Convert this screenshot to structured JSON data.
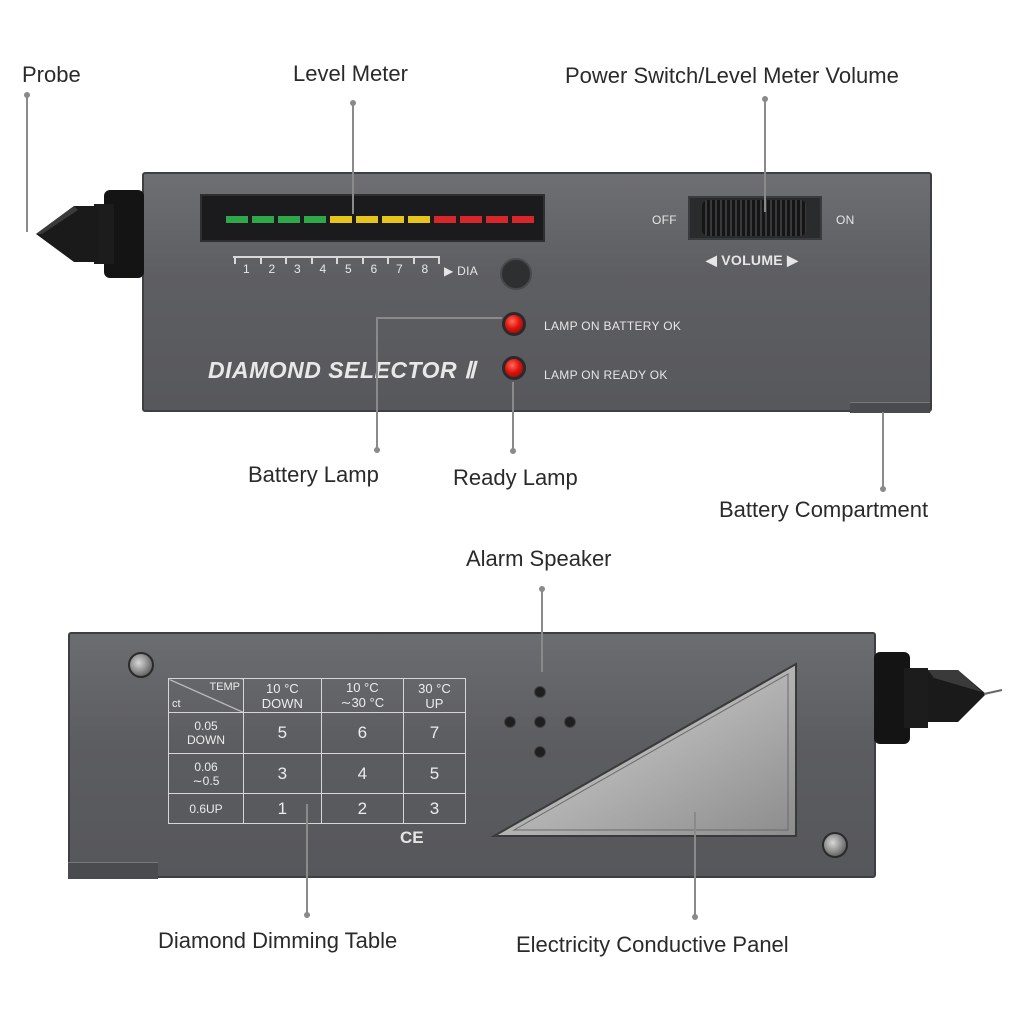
{
  "callouts": {
    "probe": "Probe",
    "level_meter": "Level Meter",
    "power_switch": "Power Switch/Level Meter Volume",
    "battery_lamp": "Battery Lamp",
    "ready_lamp": "Ready Lamp",
    "battery_compartment": "Battery Compartment",
    "alarm_speaker": "Alarm Speaker",
    "dimming_table": "Diamond Dimming Table",
    "conductive_panel": "Electricity Conductive Panel"
  },
  "device_top": {
    "brand": "DIAMOND SELECTOR Ⅱ",
    "scale_numbers": [
      "1",
      "2",
      "3",
      "4",
      "5",
      "6",
      "7",
      "8"
    ],
    "dia_label": "▶ DIA",
    "off_label": "OFF",
    "on_label": "ON",
    "volume_label": "◀ VOLUME ▶",
    "lamp_battery_label": "LAMP ON BATTERY OK",
    "lamp_ready_label": "LAMP ON READY OK",
    "led_colors": {
      "green": "#2fa84a",
      "yellow": "#e6c419",
      "red": "#d8262a"
    },
    "led_pattern": [
      "green",
      "green",
      "green",
      "green",
      "yellow",
      "yellow",
      "yellow",
      "yellow",
      "red",
      "red",
      "red",
      "red"
    ]
  },
  "device_bottom": {
    "table": {
      "corner_top": "TEMP",
      "corner_bottom": "ct",
      "col_headers": [
        [
          "10 °C",
          "DOWN"
        ],
        [
          "10 °C",
          "∼30 °C"
        ],
        [
          "30 °C",
          "UP"
        ]
      ],
      "rows": [
        {
          "label": [
            "0.05",
            "DOWN"
          ],
          "values": [
            "5",
            "6",
            "7"
          ]
        },
        {
          "label": [
            "0.06",
            "∼0.5"
          ],
          "values": [
            "3",
            "4",
            "5"
          ]
        },
        {
          "label": [
            "0.6UP"
          ],
          "values": [
            "1",
            "2",
            "3"
          ]
        }
      ]
    },
    "ce_mark": "CE"
  }
}
